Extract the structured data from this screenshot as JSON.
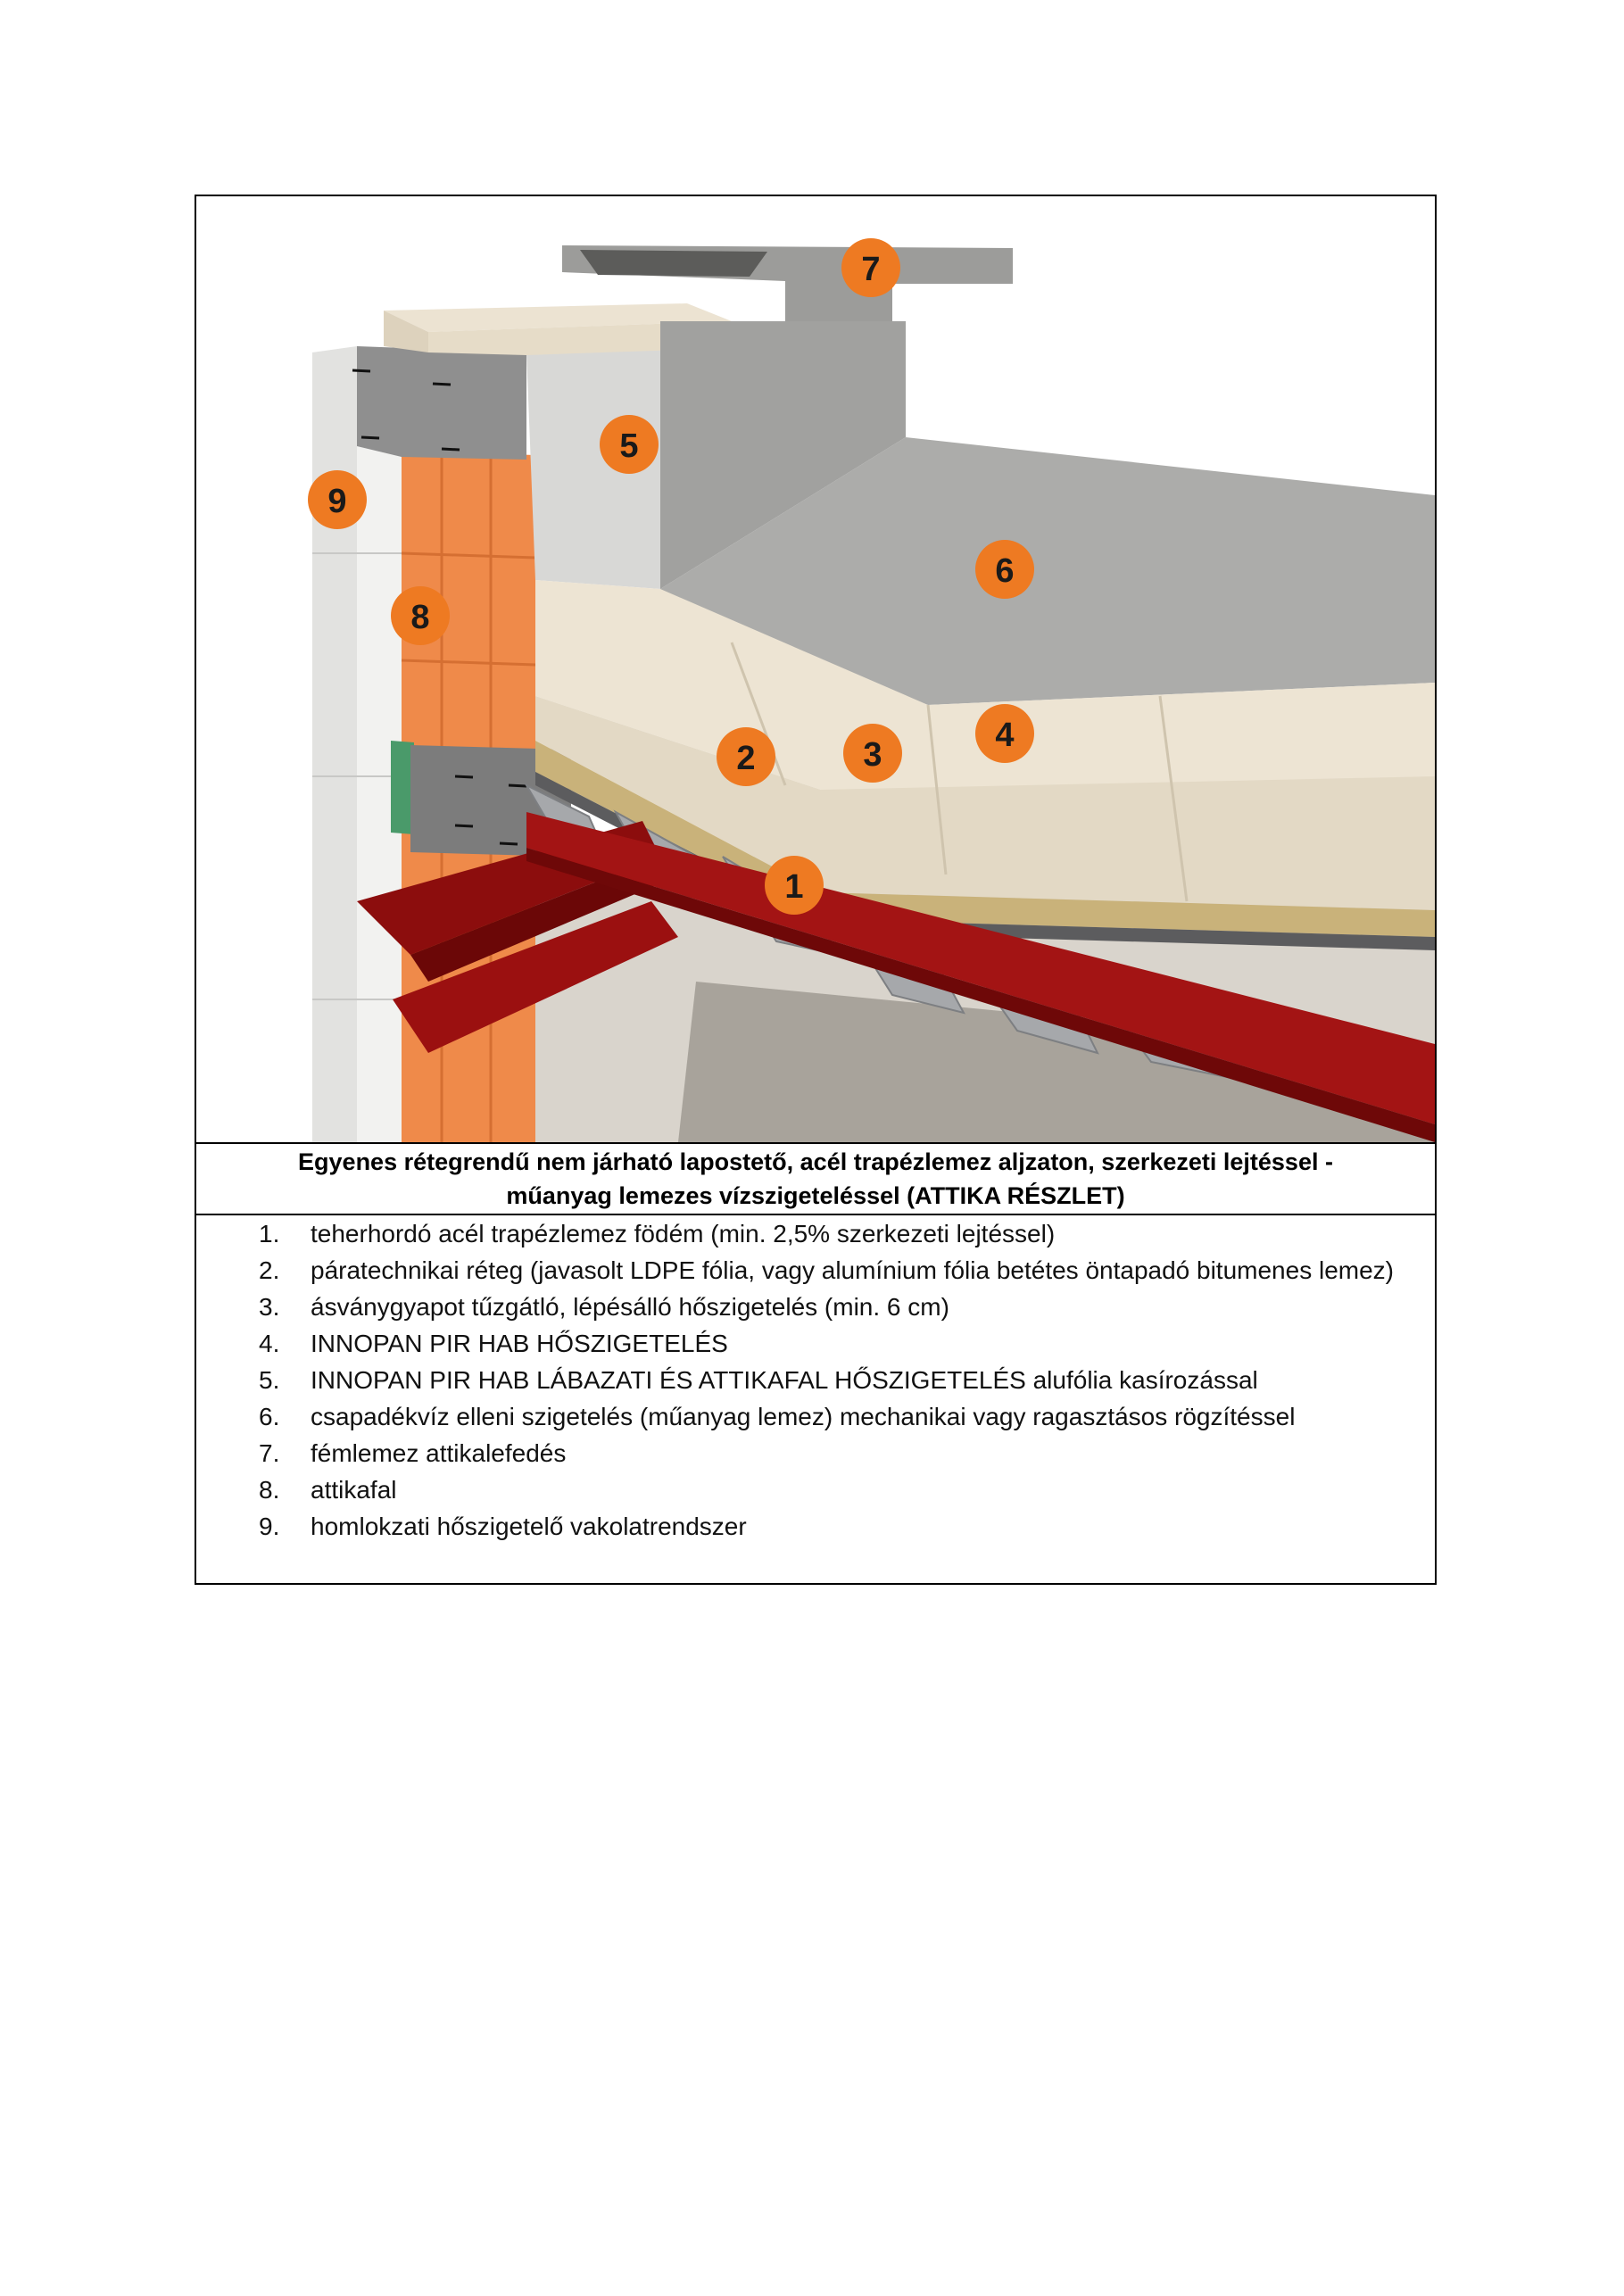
{
  "caption": {
    "line1": "Egyenes rétegrendű nem járható lapostető, acél trapézlemez aljzaton, szerkezeti lejtéssel -",
    "line2": "műanyag lemezes vízszigeteléssel (ATTIKA RÉSZLET)"
  },
  "markers": [
    "1",
    "2",
    "3",
    "4",
    "5",
    "6",
    "7",
    "8",
    "9"
  ],
  "legend": [
    {
      "num": "1.",
      "text": "teherhordó acél trapézlemez födém (min. 2,5% szerkezeti lejtéssel)"
    },
    {
      "num": "2.",
      "text": "páratechnikai réteg (javasolt LDPE fólia, vagy alumínium fólia betétes öntapadó bitumenes lemez)"
    },
    {
      "num": "3.",
      "text": "ásványgyapot tűzgátló, lépésálló hőszigetelés (min. 6 cm)"
    },
    {
      "num": "4.",
      "text": "INNOPAN PIR HAB HŐSZIGETELÉS"
    },
    {
      "num": "5.",
      "text": "INNOPAN PIR HAB LÁBAZATI ÉS ATTIKAFAL HŐSZIGETELÉS alufólia kasírozással"
    },
    {
      "num": "6.",
      "text": "csapadékvíz elleni szigetelés (műanyag lemez) mechanikai vagy ragasztásos rögzítéssel"
    },
    {
      "num": "7.",
      "text": "fémlemez attikalefedés"
    },
    {
      "num": "8.",
      "text": "attikafal"
    },
    {
      "num": "9.",
      "text": "homlokzati hőszigetelő vakolatrendszer"
    }
  ],
  "colors": {
    "badge": "#ee7a22",
    "steel_beam": "#8c0d0d",
    "insulation_board": "#e9dfcc",
    "membrane": "#a7a7a5",
    "mineral_wool": "#c9b27a",
    "brick": "#ef8a4a",
    "concrete": "#8f8f8f"
  }
}
